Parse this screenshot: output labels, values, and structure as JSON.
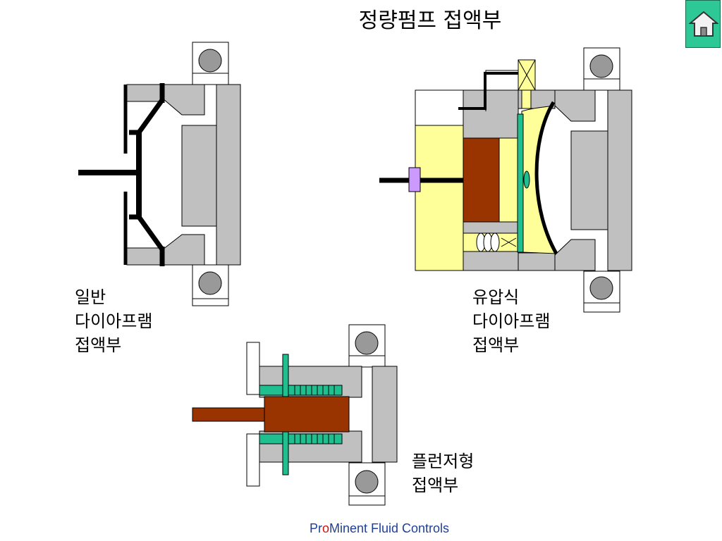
{
  "title": "정량펌프 접액부",
  "labels": {
    "diaphragm": [
      "일반",
      "다이아프램",
      "접액부"
    ],
    "hydraulic": [
      "유압식",
      "다이아프램",
      "접액부"
    ],
    "plunger": [
      "플런저형",
      "접액부"
    ]
  },
  "footer": {
    "pre": "Pr",
    "o": "o",
    "post": "Minent Fluid Controls"
  },
  "home_icon": "home-icon",
  "colors": {
    "gray": "#c0c0c0",
    "yellow": "#ffff99",
    "brown": "#993300",
    "teal": "#1fbf8f",
    "violet": "#cc99ff",
    "home_bg": "#2ec896"
  }
}
